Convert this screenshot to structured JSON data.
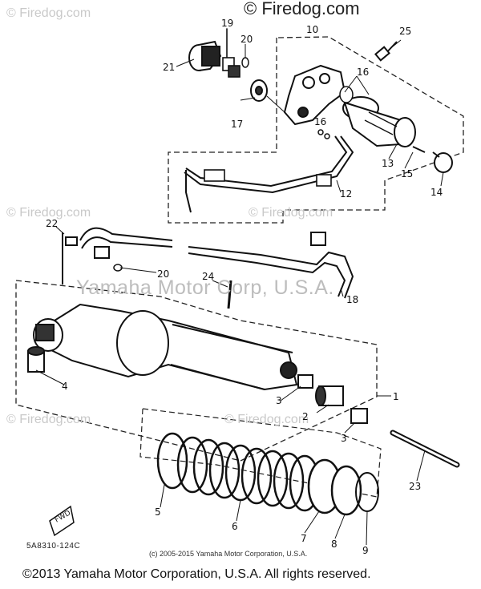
{
  "watermarks": {
    "brand": "© Firedog.com",
    "tl": "© Firedog.com",
    "ml": "© Firedog.com",
    "mc": "© Firedog.com",
    "bl": "© Firedog.com",
    "bc": "© Firedog.com",
    "center": "Yamaha Motor Corp, U.S.A."
  },
  "labels": {
    "l1": "1",
    "l2": "2",
    "l3a": "3",
    "l3b": "3",
    "l4": "4",
    "l5": "5",
    "l6": "6",
    "l7": "7",
    "l8": "8",
    "l9": "9",
    "l10": "10",
    "l12": "12",
    "l13": "13",
    "l14": "14",
    "l15": "15",
    "l16a": "16",
    "l16b": "16",
    "l17": "17",
    "l18": "18",
    "l19": "19",
    "l20a": "20",
    "l20b": "20",
    "l21": "21",
    "l22": "22",
    "l23": "23",
    "l24": "24",
    "l25": "25",
    "fwd": "FWD"
  },
  "part_number": "5A8310-124C",
  "small_copyright": "(c) 2005-2015 Yamaha Motor Corporation, U.S.A.",
  "footer": "©2013 Yamaha Motor Corporation, U.S.A. All rights reserved."
}
